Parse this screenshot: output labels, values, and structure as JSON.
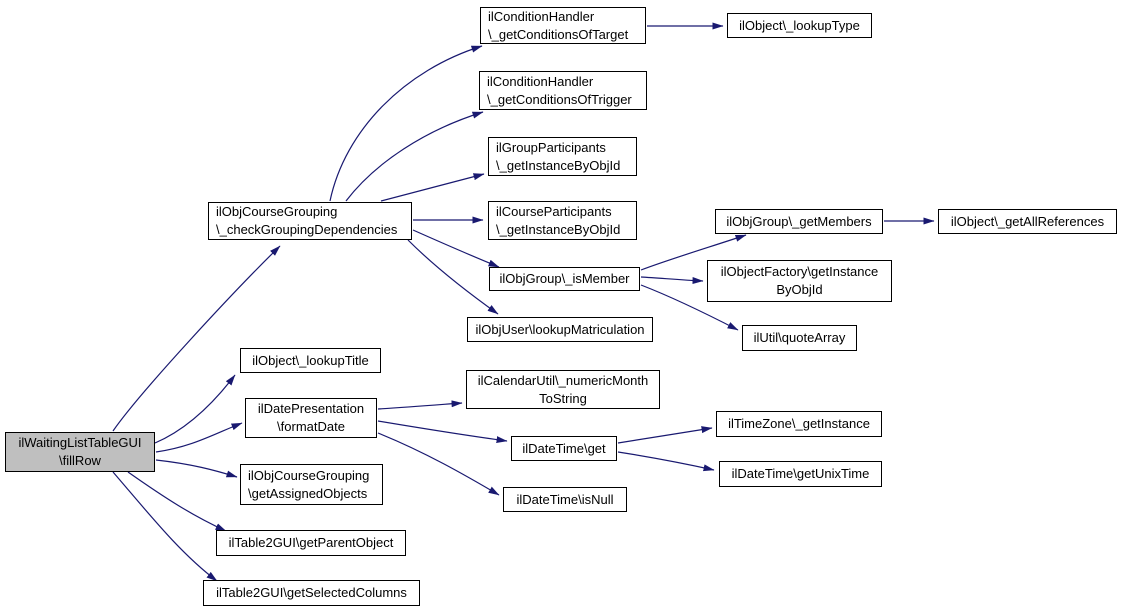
{
  "diagram": {
    "type": "call-graph",
    "root_id": "fillRow",
    "colors": {
      "edge": "#191970",
      "node_border": "#000000",
      "node_fill": "#ffffff",
      "root_fill": "#bfbfbf",
      "text": "#000000"
    },
    "edges": [
      {
        "from": "fillRow",
        "to": "checkGroupingDependencies"
      },
      {
        "from": "fillRow",
        "to": "lookupTitle"
      },
      {
        "from": "fillRow",
        "to": "formatDate"
      },
      {
        "from": "fillRow",
        "to": "getAssignedObjects"
      },
      {
        "from": "fillRow",
        "to": "getParentObject"
      },
      {
        "from": "fillRow",
        "to": "getSelectedColumns"
      },
      {
        "from": "checkGroupingDependencies",
        "to": "getConditionsOfTarget"
      },
      {
        "from": "checkGroupingDependencies",
        "to": "getConditionsOfTrigger"
      },
      {
        "from": "checkGroupingDependencies",
        "to": "groupParticipantsGetInstanceByObjId"
      },
      {
        "from": "checkGroupingDependencies",
        "to": "courseParticipantsGetInstanceByObjId"
      },
      {
        "from": "checkGroupingDependencies",
        "to": "isMember"
      },
      {
        "from": "checkGroupingDependencies",
        "to": "lookupMatriculation"
      },
      {
        "from": "getConditionsOfTarget",
        "to": "lookupType"
      },
      {
        "from": "isMember",
        "to": "getMembers"
      },
      {
        "from": "isMember",
        "to": "objectFactoryGetInstanceByObjId"
      },
      {
        "from": "isMember",
        "to": "quoteArray"
      },
      {
        "from": "getMembers",
        "to": "getAllReferences"
      },
      {
        "from": "formatDate",
        "to": "numericMonthToString"
      },
      {
        "from": "formatDate",
        "to": "dateTimeGet"
      },
      {
        "from": "formatDate",
        "to": "isNull"
      },
      {
        "from": "dateTimeGet",
        "to": "timeZoneGetInstance"
      },
      {
        "from": "dateTimeGet",
        "to": "getUnixTime"
      }
    ]
  },
  "nodes": [
    {
      "id": "fillRow",
      "line1": "ilWaitingListTableGUI",
      "line2": "\\fillRow"
    },
    {
      "id": "checkGroupingDependencies",
      "line1": "ilObjCourseGrouping",
      "line2": "\\_checkGroupingDependencies"
    },
    {
      "id": "getConditionsOfTarget",
      "line1": "ilConditionHandler",
      "line2": "\\_getConditionsOfTarget"
    },
    {
      "id": "lookupType",
      "line1": "ilObject\\_lookupType"
    },
    {
      "id": "getConditionsOfTrigger",
      "line1": "ilConditionHandler",
      "line2": "\\_getConditionsOfTrigger"
    },
    {
      "id": "groupParticipantsGetInstanceByObjId",
      "line1": "ilGroupParticipants",
      "line2": "\\_getInstanceByObjId"
    },
    {
      "id": "courseParticipantsGetInstanceByObjId",
      "line1": "ilCourseParticipants",
      "line2": "\\_getInstanceByObjId"
    },
    {
      "id": "getMembers",
      "line1": "ilObjGroup\\_getMembers"
    },
    {
      "id": "getAllReferences",
      "line1": "ilObject\\_getAllReferences"
    },
    {
      "id": "isMember",
      "line1": "ilObjGroup\\_isMember"
    },
    {
      "id": "objectFactoryGetInstanceByObjId",
      "line1": "ilObjectFactory\\getInstance",
      "line2": "ByObjId"
    },
    {
      "id": "lookupMatriculation",
      "line1": "ilObjUser\\lookupMatriculation"
    },
    {
      "id": "quoteArray",
      "line1": "ilUtil\\quoteArray"
    },
    {
      "id": "lookupTitle",
      "line1": "ilObject\\_lookupTitle"
    },
    {
      "id": "formatDate",
      "line1": "ilDatePresentation",
      "line2": "\\formatDate"
    },
    {
      "id": "numericMonthToString",
      "line1": "ilCalendarUtil\\_numericMonth",
      "line2": "ToString"
    },
    {
      "id": "dateTimeGet",
      "line1": "ilDateTime\\get"
    },
    {
      "id": "timeZoneGetInstance",
      "line1": "ilTimeZone\\_getInstance"
    },
    {
      "id": "getUnixTime",
      "line1": "ilDateTime\\getUnixTime"
    },
    {
      "id": "isNull",
      "line1": "ilDateTime\\isNull"
    },
    {
      "id": "getAssignedObjects",
      "line1": "ilObjCourseGrouping",
      "line2": "\\getAssignedObjects"
    },
    {
      "id": "getParentObject",
      "line1": "ilTable2GUI\\getParentObject"
    },
    {
      "id": "getSelectedColumns",
      "line1": "ilTable2GUI\\getSelectedColumns"
    }
  ]
}
